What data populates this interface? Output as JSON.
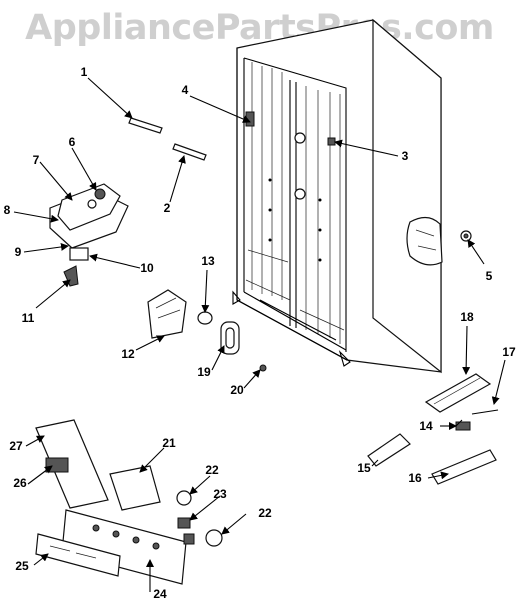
{
  "watermark": "AppliancePartsPros.com",
  "callouts": [
    "1",
    "2",
    "3",
    "4",
    "5",
    "6",
    "7",
    "8",
    "9",
    "10",
    "11",
    "12",
    "13",
    "14",
    "15",
    "16",
    "17",
    "18",
    "19",
    "20",
    "21",
    "22",
    "22",
    "23",
    "24",
    "25",
    "26",
    "27"
  ]
}
